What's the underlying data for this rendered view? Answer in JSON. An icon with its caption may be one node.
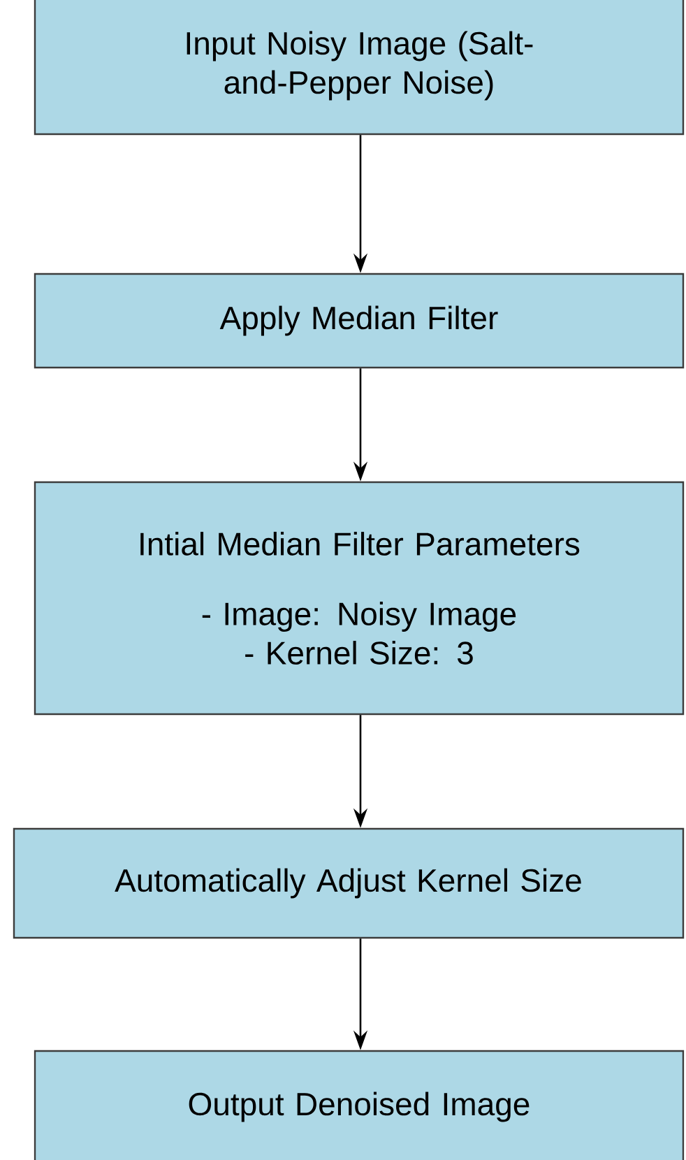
{
  "diagram": {
    "nodes": [
      {
        "text": [
          "Input Noisy Image (Salt-and-Pepper Noise)"
        ]
      },
      {
        "text": [
          "Apply Median Filter"
        ]
      },
      {
        "text": [
          "Intial Median Filter Parameters",
          "- Image: Noisy Image",
          "- Kernel Size: 3"
        ]
      },
      {
        "text": [
          "Automatically Adjust Kernel Size"
        ]
      },
      {
        "text": [
          "Output Denoised Image"
        ]
      }
    ],
    "edges": [
      {
        "from": 0,
        "to": 1,
        "arrow": "to"
      },
      {
        "from": 1,
        "to": 2,
        "arrow": "to"
      },
      {
        "from": 2,
        "to": 3,
        "arrow": "to"
      },
      {
        "from": 3,
        "to": 4,
        "arrow": "to"
      }
    ]
  }
}
